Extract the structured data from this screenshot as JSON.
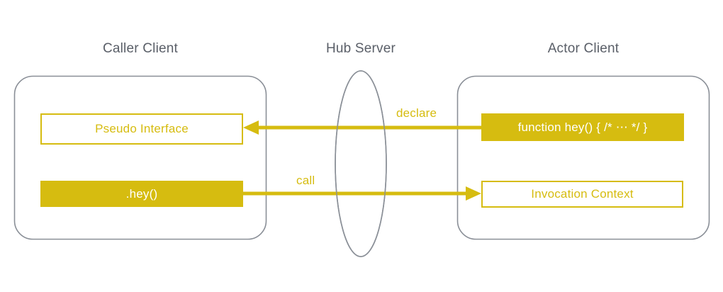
{
  "diagram": {
    "title": "Caller Client / Hub Server / Actor Client RPC flow",
    "colors": {
      "gold": "#D6BC10",
      "gray_stroke": "#8a8f97",
      "title_text": "#5a5f68",
      "background": "#ffffff"
    },
    "lanes": [
      {
        "id": "caller",
        "title": "Caller Client",
        "shape": "rounded-rectangle"
      },
      {
        "id": "hub",
        "title": "Hub Server",
        "shape": "ellipse"
      },
      {
        "id": "actor",
        "title": "Actor Client",
        "shape": "rounded-rectangle"
      }
    ],
    "nodes": [
      {
        "id": "pseudo-interface",
        "label": "Pseudo Interface",
        "lane": "caller",
        "style": "outline"
      },
      {
        "id": "hey-call",
        "label": ".hey()",
        "lane": "caller",
        "style": "filled"
      },
      {
        "id": "function-hey",
        "label": "function hey() { /* ⋯ */ }",
        "lane": "actor",
        "style": "filled"
      },
      {
        "id": "invocation-context",
        "label": "Invocation Context",
        "lane": "actor",
        "style": "outline"
      }
    ],
    "edges": [
      {
        "id": "declare",
        "label": "declare",
        "from": "function-hey",
        "to": "pseudo-interface",
        "direction": "right-to-left",
        "through": "hub"
      },
      {
        "id": "call",
        "label": "call",
        "from": "hey-call",
        "to": "invocation-context",
        "direction": "left-to-right",
        "through": "hub"
      }
    ]
  }
}
